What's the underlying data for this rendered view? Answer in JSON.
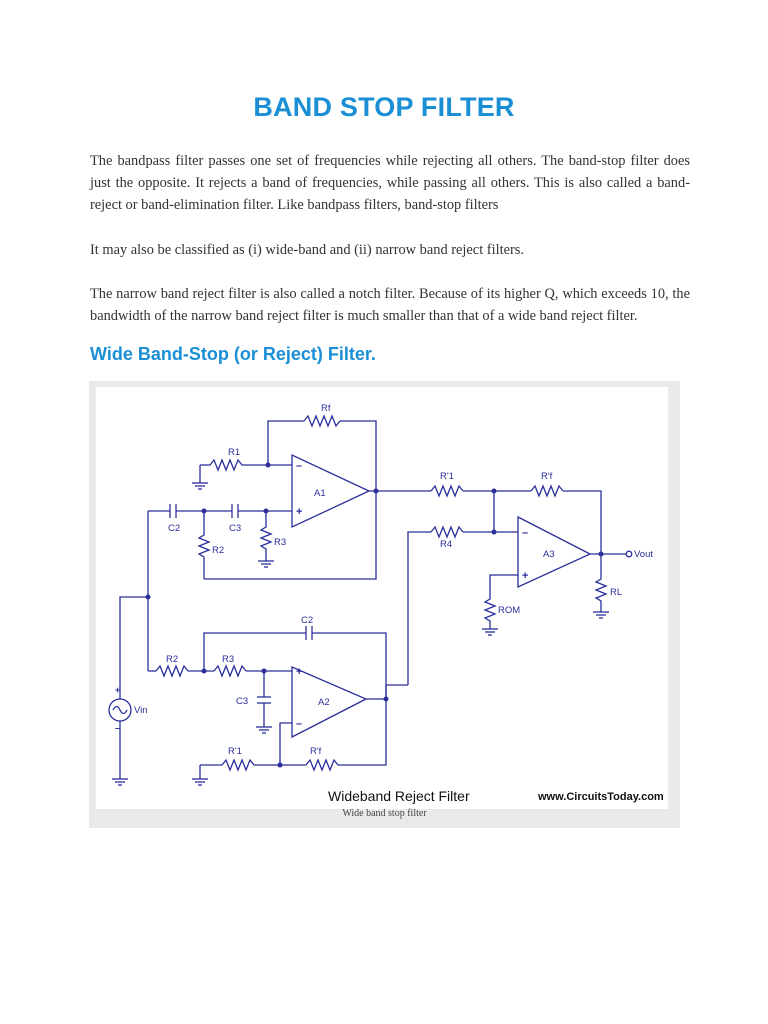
{
  "title": "BAND STOP FILTER",
  "paragraphs": [
    "The bandpass filter passes one set of frequencies while rejecting all others. The band-stop filter does just the opposite. It rejects a band of frequencies, while passing all others. This is also called a band-reject or band-elimination filter. Like bandpass filters, band-stop filters",
    "It may also be classified as (i) wide-band and (ii) narrow band reject filters.",
    "The narrow band reject filter is also called a notch filter. Because of its higher Q, which exceeds 10, the bandwidth of the narrow band reject filter is much smaller than that of a wide band reject filter."
  ],
  "subheading": "Wide Band-Stop (or Reject) Filter.",
  "figure": {
    "caption": "Wide band stop filter",
    "banner_title": "Wideband Reject Filter",
    "banner_site": "www.CircuitsToday.com",
    "labels": {
      "rf": "Rf",
      "r1": "R1",
      "a1": "A1",
      "c2_top": "C2",
      "c3_top": "C3",
      "r2_top": "R2",
      "r3_top": "R3",
      "r1p": "R'1",
      "rfp": "R'f",
      "r4": "R4",
      "a3": "A3",
      "vout": "Vout",
      "rl": "RL",
      "rom": "ROM",
      "c2_bot": "C2",
      "r2_bot": "R2",
      "r3_bot": "R3",
      "c3_bot": "C3",
      "a2": "A2",
      "vin": "Vin",
      "r1p_bot": "R'1",
      "rfp_bot": "R'f"
    }
  },
  "colors": {
    "heading": "#1a8fd6",
    "circuit": "#2a2f9a",
    "figure_bg": "#e9eaec"
  }
}
